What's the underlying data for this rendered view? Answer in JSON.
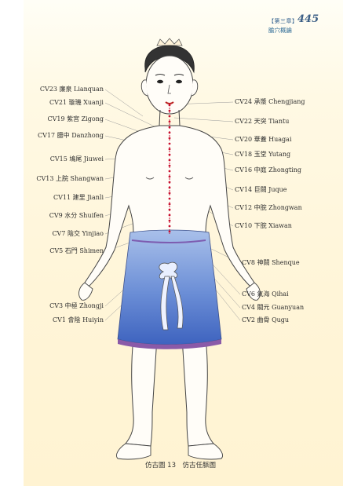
{
  "header": {
    "chapter": "【第三章】",
    "page_number": "445",
    "section": "腧穴概論"
  },
  "left_labels": [
    "CV23 廉泉 Lianquan",
    "CV21 璇璣 Xuanji",
    "CV19 紫宮 Zigong",
    "CV17 膻中 Danzhong",
    "CV15 鳩尾 Jiuwei",
    "CV13 上脘 Shangwan",
    "CV11 建里 Jianli",
    "CV9 水分 Shuifen",
    "CV7 陰交 Yinjiao",
    "CV5 石門 Shimen",
    "CV3 中極 Zhongji",
    "CV1 會陰 Huiyin"
  ],
  "right_labels": [
    "CV24 承漿 Chengjiang",
    "CV22 天突 Tiantu",
    "CV20 華蓋 Huagai",
    "CV18 玉堂 Yutang",
    "CV16 中庭 Zhongting",
    "CV14 巨闕 Juque",
    "CV12 中脘 Zhongwan",
    "CV10 下脘 Xiawan",
    "CV8 神闕 Shenque",
    "CV6 氣海 Qihai",
    "CV4 關元 Guanyuan",
    "CV2 曲骨 Qugu"
  ],
  "caption": "仿古圖 13　仿古任脈圖",
  "colors": {
    "meridian": "#c8102e",
    "skirt_light": "#b9cdee",
    "skirt_dark": "#4f72c7",
    "skirt_hem": "#8a5aa8",
    "skin": "#fffdf8",
    "outline": "#444444"
  }
}
